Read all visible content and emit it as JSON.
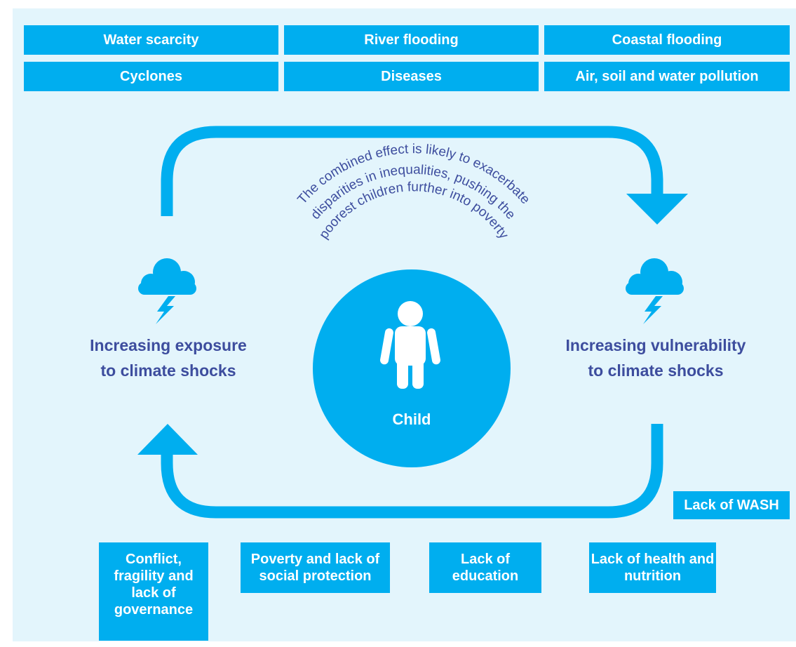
{
  "hazards": [
    "Water scarcity",
    "River flooding",
    "Coastal flooding",
    "Cyclones",
    "Diseases",
    "Air, soil and water pollution"
  ],
  "exposure_label": [
    "Increasing exposure",
    "to climate shocks"
  ],
  "vulnerability_label": [
    "Increasing vulnerability",
    "to climate shocks"
  ],
  "center_text": [
    "The combined effect is likely to exacerbate",
    "disparities in inequalities, pushing the",
    "poorest children further into poverty"
  ],
  "child_label": "Child",
  "vulnerabilities": [
    "Lack of WASH",
    "Conflict, fragility and lack of governance",
    "Poverty and lack of social protection",
    "Lack of education",
    "Lack of health and nutrition"
  ],
  "colors": {
    "accent": "#00aeef",
    "text": "#3d4d9e",
    "background": "#e3f5fc"
  },
  "icons": {
    "exposure": "storm-cloud-icon",
    "vulnerability": "storm-cloud-icon",
    "center": "child-icon"
  }
}
